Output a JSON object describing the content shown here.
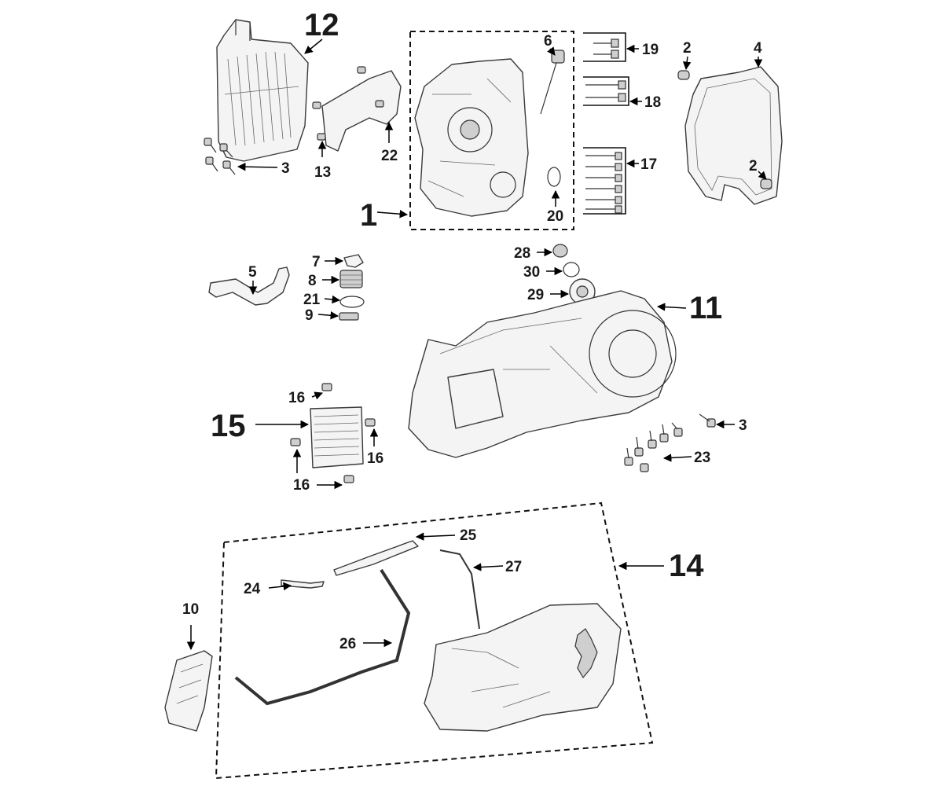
{
  "diagram": {
    "labels": {
      "p1": "1",
      "p2a": "2",
      "p2b": "2",
      "p3a": "3",
      "p3b": "3",
      "p4": "4",
      "p5": "5",
      "p6": "6",
      "p7": "7",
      "p8": "8",
      "p9": "9",
      "p10": "10",
      "p11": "11",
      "p12": "12",
      "p13": "13",
      "p14": "14",
      "p15": "15",
      "p16a": "16",
      "p16b": "16",
      "p16c": "16",
      "p17": "17",
      "p18": "18",
      "p19": "19",
      "p20": "20",
      "p21": "21",
      "p22": "22",
      "p23": "23",
      "p24": "24",
      "p25": "25",
      "p26": "26",
      "p27": "27",
      "p28": "28",
      "p29": "29",
      "p30": "30"
    },
    "icons": {
      "logo": "lion-logo-icon"
    }
  }
}
